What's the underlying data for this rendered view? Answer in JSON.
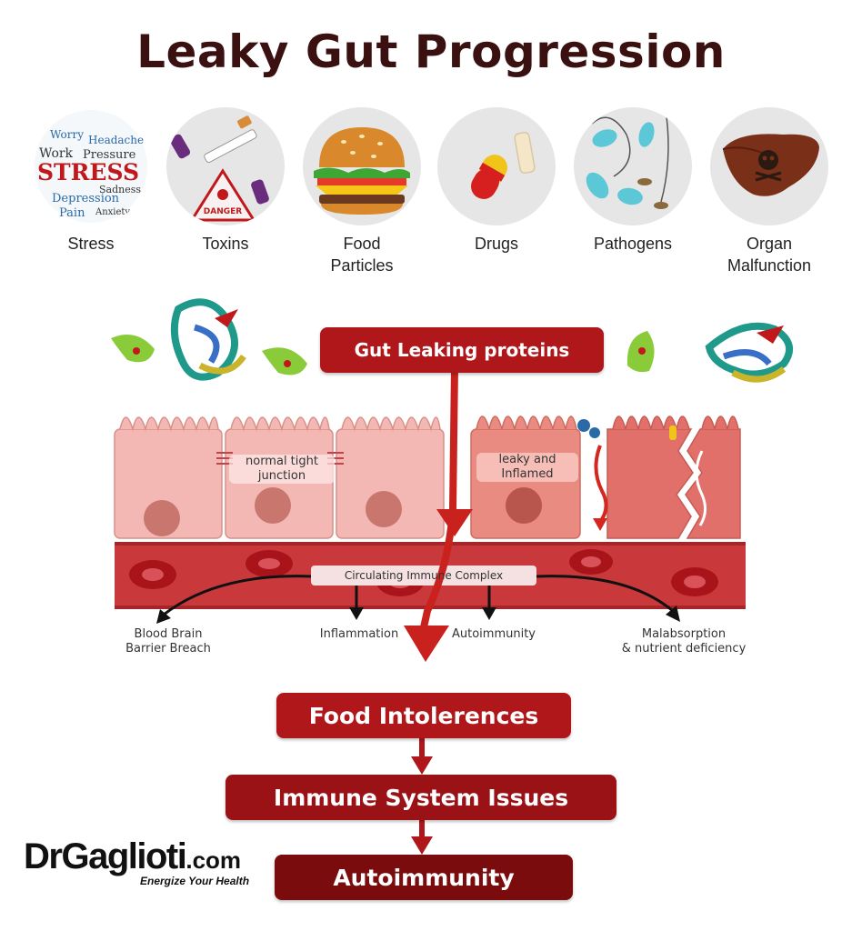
{
  "title": "Leaky Gut Progression",
  "factors": [
    {
      "label": "Stress",
      "icon": "stress-word-cloud-icon"
    },
    {
      "label": "Toxins",
      "icon": "toxins-icon"
    },
    {
      "label": "Food\nParticles",
      "icon": "burger-icon"
    },
    {
      "label": "Drugs",
      "icon": "pills-icon"
    },
    {
      "label": "Pathogens",
      "icon": "pathogens-icon"
    },
    {
      "label": "Organ\nMalfunction",
      "icon": "liver-icon"
    }
  ],
  "stress_words": {
    "main": "STRESS",
    "w1": "Work",
    "w2": "Pressure",
    "w3": "Depression",
    "w4": "Pain",
    "w5": "Sadness",
    "w6": "Headache",
    "w7": "Worry",
    "w8": "Anxiety"
  },
  "toxin_sign": "DANGER",
  "gut_label": "Gut Leaking proteins",
  "cell_labels": {
    "normal": "normal tight\njunction",
    "leaky": "leaky and\nInflamed"
  },
  "immune_complex": "Circulating Immune Complex",
  "outcomes": {
    "bbb": "Blood Brain\nBarrier Breach",
    "inflammation": "Inflammation",
    "autoimmunity": "Autoimmunity",
    "malabsorption": "Malabsorption\n& nutrient deficiency"
  },
  "progression": [
    "Food Intolerences",
    "Immune System Issues",
    "Autoimmunity"
  ],
  "logo": {
    "name": "DrGaglioti",
    "suffix": ".com",
    "tagline": "Energize Your Health"
  },
  "colors": {
    "accent_red": "#a4161a",
    "dark_red": "#7a0c0e",
    "cell_pink": "#f3b8b4",
    "inflamed": "#e98b80",
    "vessel": "#c9383a"
  }
}
